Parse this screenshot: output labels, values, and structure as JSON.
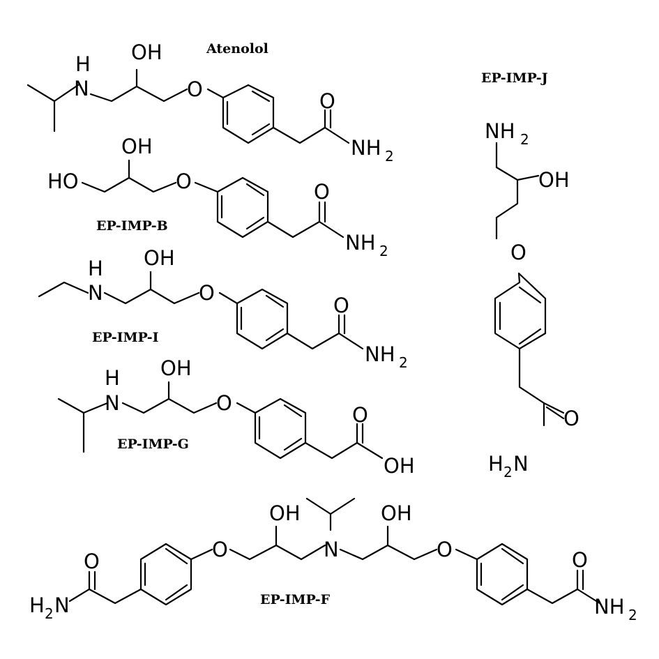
{
  "labels": {
    "atenolol": "Atenolol",
    "imp_b": "EP-IMP-B",
    "imp_i": "EP-IMP-I",
    "imp_g": "EP-IMP-G",
    "imp_j": "EP-IMP-J",
    "imp_f": "EP-IMP-F"
  },
  "atoms": {
    "h": "H",
    "n": "N",
    "o": "O",
    "oh": "OH",
    "ho": "HO",
    "nh": "NH",
    "h2n_h": "H",
    "sub2": "2"
  }
}
